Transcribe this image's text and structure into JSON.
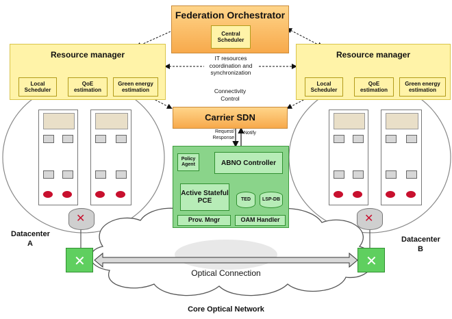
{
  "orchestrator": {
    "title": "Federation Orchestrator",
    "central_scheduler": "Central Scheduler"
  },
  "resource_manager_left": {
    "title": "Resource manager",
    "local": "Local Scheduler",
    "qoe": "QoE estimation",
    "green": "Green energy estimation"
  },
  "resource_manager_right": {
    "title": "Resource manager",
    "local": "Local Scheduler",
    "qoe": "QoE estimation",
    "green": "Green energy estimation"
  },
  "it_coord": "IT resources coordination and synchronization",
  "connectivity": "Connectivity Control",
  "carrier_sdn": "Carrier SDN",
  "request_response": "Request/ Response",
  "notify": "Notify",
  "abno": {
    "policy_agent": "Policy Agent",
    "controller": "ABNO Controller",
    "pce": "Active Stateful PCE",
    "ted": "TED",
    "lsp_db": "LSP-DB",
    "prov": "Prov. Mngr",
    "oam": "OAM Handler"
  },
  "datacenter_a": "Datacenter A",
  "datacenter_b": "Datacenter B",
  "optical_connection": "Optical Connection",
  "core_network": "Core Optical Network",
  "colors": {
    "orange": "#f7a94b",
    "yellow": "#fff3a8",
    "green": "#8ad48a",
    "router_red": "#c8102e"
  }
}
